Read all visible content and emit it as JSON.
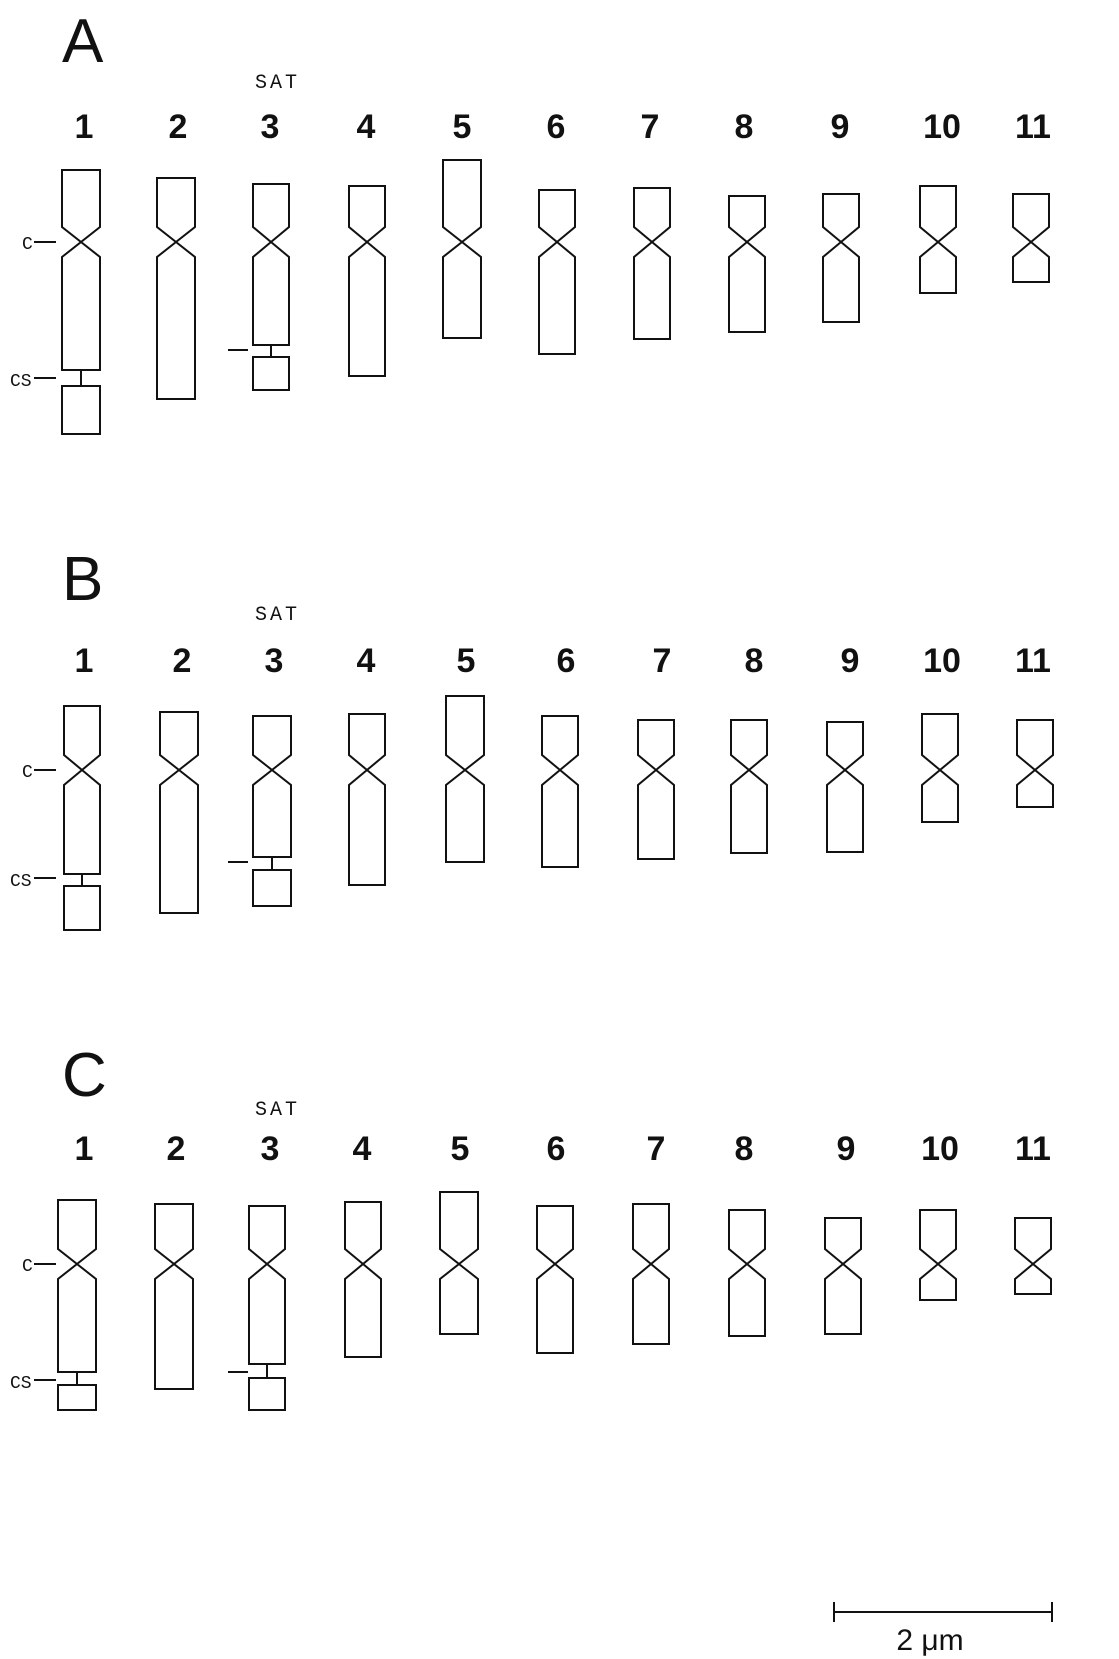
{
  "figure": {
    "panels": [
      {
        "letter": "A",
        "sat_label": "SAT",
        "labels": [
          "1",
          "2",
          "3",
          "4",
          "5",
          "6",
          "7",
          "8",
          "9",
          "10",
          "11"
        ],
        "centromere_label": "C",
        "constriction_label": "CS"
      },
      {
        "letter": "B",
        "sat_label": "SAT",
        "labels": [
          "1",
          "2",
          "3",
          "4",
          "5",
          "6",
          "7",
          "8",
          "9",
          "10",
          "11"
        ],
        "centromere_label": "C",
        "constriction_label": "CS"
      },
      {
        "letter": "C",
        "sat_label": "SAT",
        "labels": [
          "1",
          "2",
          "3",
          "4",
          "5",
          "6",
          "7",
          "8",
          "9",
          "10",
          "11"
        ],
        "centromere_label": "C",
        "constriction_label": "CS"
      }
    ],
    "scale_bar": {
      "length": 2,
      "unit": "μm",
      "label": "2 μm"
    }
  }
}
